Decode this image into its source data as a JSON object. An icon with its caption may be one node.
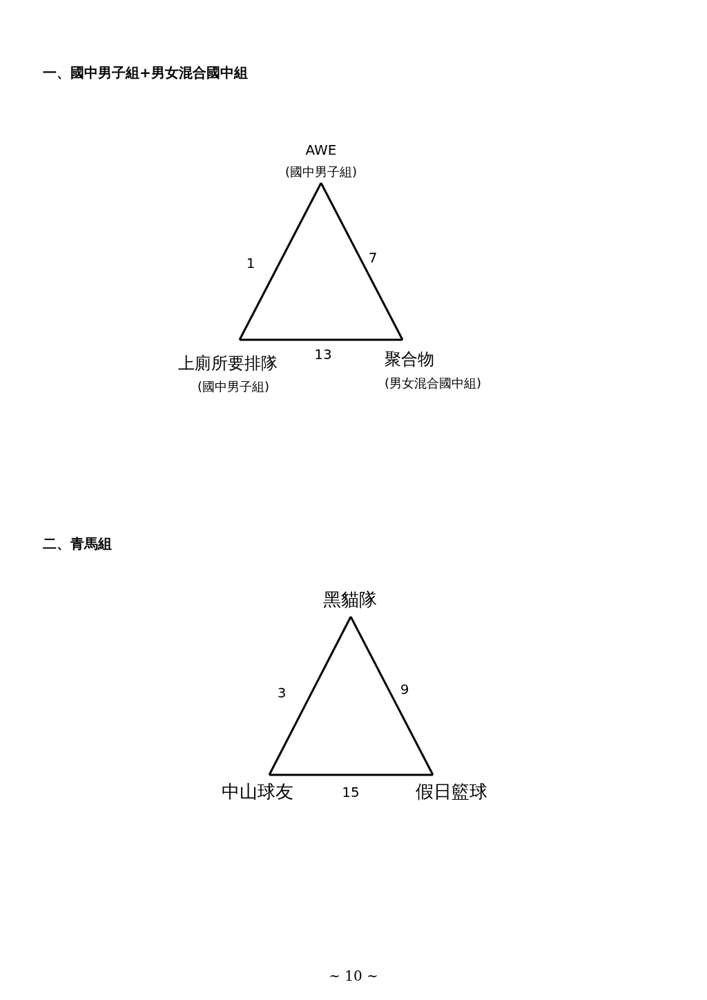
{
  "diagram": {
    "nodes": [
      {
        "text": [
          "AWE",
          "(國中男子組)"
        ]
      },
      {
        "text": [
          "上廁所要排隊",
          "(國中男子組)"
        ]
      },
      {
        "text": [
          "聚合物",
          "(男女混合國中組)"
        ]
      },
      {
        "text": [
          "黑貓隊"
        ]
      },
      {
        "text": [
          "中山球友"
        ]
      },
      {
        "text": [
          "假日籃球"
        ]
      }
    ],
    "edges": [
      {
        "from": 0,
        "to": 1,
        "arrow": "none",
        "label": "1"
      },
      {
        "from": 0,
        "to": 2,
        "arrow": "none",
        "label": "7"
      },
      {
        "from": 1,
        "to": 2,
        "arrow": "none",
        "label": "13"
      },
      {
        "from": 3,
        "to": 4,
        "arrow": "none",
        "label": "3"
      },
      {
        "from": 3,
        "to": 5,
        "arrow": "none",
        "label": "9"
      },
      {
        "from": 4,
        "to": 5,
        "arrow": "none",
        "label": "15"
      }
    ],
    "labels": [
      "一、國中男子組+男女混合國中組",
      "二、青馬組",
      "~ 10 ~"
    ]
  }
}
